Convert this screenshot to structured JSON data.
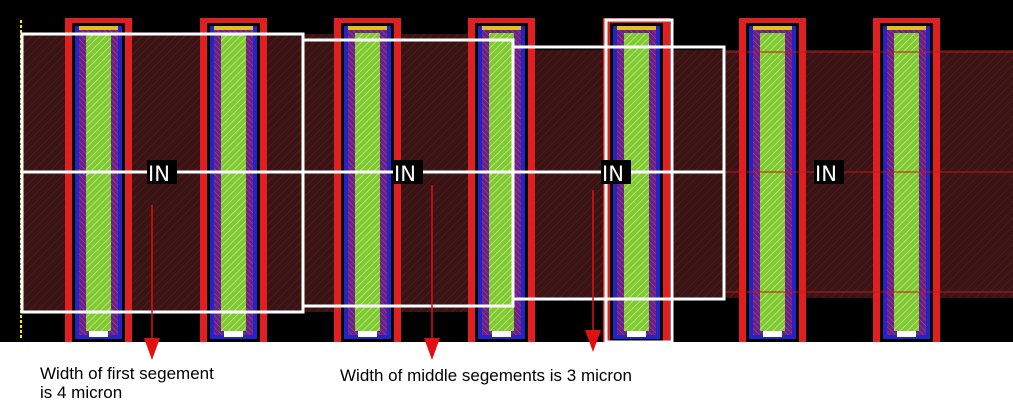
{
  "net_label": "IN",
  "captions": {
    "first_line1": "Width of first segement",
    "first_line2": " is 4 micron",
    "middle": "Width of middle segements is 3 micron"
  },
  "colors": {
    "background": "#000000",
    "substrate": "#3a1414",
    "outer_ring": "#e02020",
    "active_fill": "#7a2a8a",
    "inner_ring": "#2323c8",
    "gate_fill": "#8fd640",
    "gate_hatch": "#c8f070",
    "segment_outline": "#ffffff",
    "annotation_arrow": "#e01010",
    "left_edge": "#ffee00"
  }
}
